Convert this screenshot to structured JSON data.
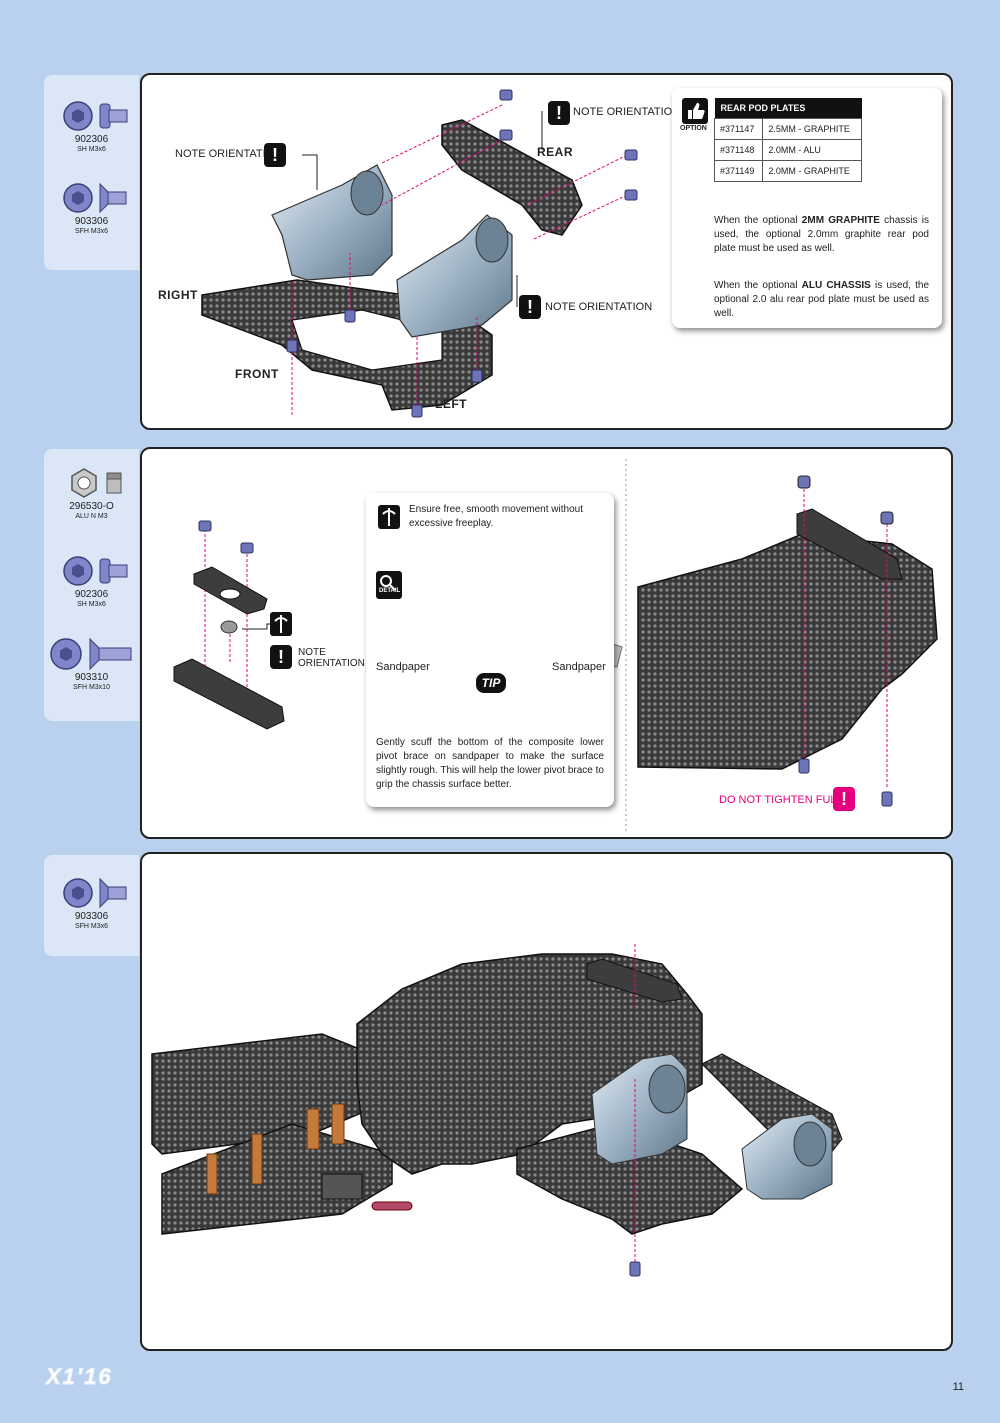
{
  "page_number": "11",
  "logo_text": "X1'16",
  "colors": {
    "accent": "#e6007e",
    "background": "#b9d1ee",
    "sidebar": "#dbe6f6"
  },
  "step1": {
    "parts": [
      {
        "code": "902306",
        "desc": "SH M3x6"
      },
      {
        "code": "903306",
        "desc": "SFH M3x6"
      }
    ],
    "labels": {
      "note_orientation": "NOTE ORIENTATION",
      "rear": "REAR",
      "right": "RIGHT",
      "front": "FRONT",
      "left": "LEFT"
    },
    "option": {
      "badge": "OPTION",
      "table_title": "REAR POD PLATES",
      "rows": [
        {
          "part": "#371147",
          "desc": "2.5MM - GRAPHITE"
        },
        {
          "part": "#371148",
          "desc": "2.0MM - ALU"
        },
        {
          "part": "#371149",
          "desc": "2.0MM - GRAPHITE"
        }
      ],
      "para1_a": "When the optional ",
      "para1_b": "2MM GRAPHITE",
      "para1_c": " chassis is used, the optional 2.0mm graphite rear pod plate must be used as well.",
      "para2_a": "When the optional ",
      "para2_b": "ALU CHASSIS",
      "para2_c": " is used, the optional 2.0 alu rear pod plate must be used as well."
    }
  },
  "step2": {
    "parts": [
      {
        "code": "296530-O",
        "desc": "ALU N M3"
      },
      {
        "code": "902306",
        "desc": "SH M3x6"
      },
      {
        "code": "903310",
        "desc": "SFH M3x10"
      }
    ],
    "note": "NOTE\nORIENTATION",
    "tip": {
      "heading": "Ensure free, smooth movement without excessive freeplay.",
      "detail_label": "DETAIL",
      "sandpaper_left": "Sandpaper",
      "sandpaper_right": "Sandpaper",
      "tip_label": "TIP",
      "text": "Gently scuff the bottom of the composite lower pivot brace on sandpaper to make the surface slightly rough. This will help the lower pivot brace to grip the chassis surface better."
    },
    "warning": "DO NOT TIGHTEN FULLY"
  },
  "step3": {
    "parts": [
      {
        "code": "903306",
        "desc": "SFH M3x6"
      }
    ]
  }
}
